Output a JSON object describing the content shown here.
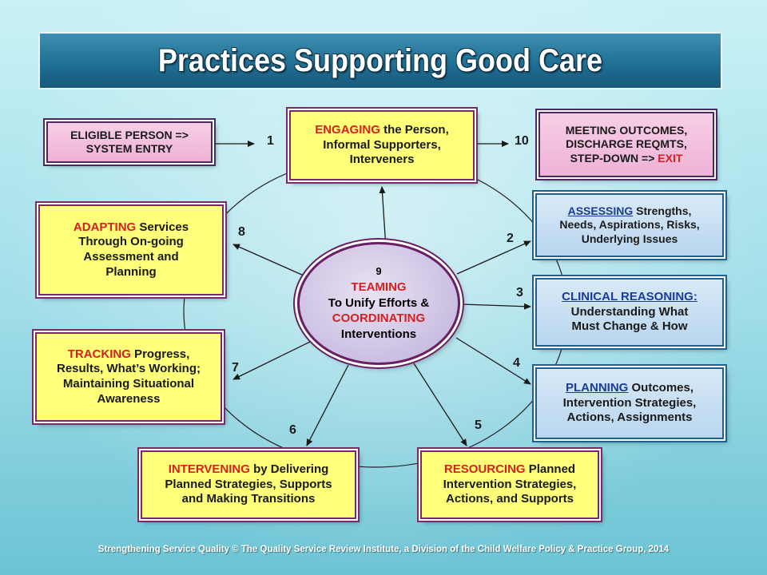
{
  "title": "Practices Supporting Good Care",
  "boxes": {
    "eligible": {
      "line1": "ELIGIBLE PERSON =>",
      "line2": "SYSTEM ENTRY"
    },
    "engaging": {
      "lead": "ENGAGING",
      "line1_rest": " the Person,",
      "line2": "Informal Supporters,",
      "line3": "Interveners"
    },
    "meeting": {
      "line1": "MEETING OUTCOMES,",
      "line2": "DISCHARGE REQMTS,",
      "line3_pre": "STEP-DOWN => ",
      "line3_em": "EXIT"
    },
    "adapting": {
      "lead": "ADAPTING",
      "line1_rest": " Services",
      "line2": "Through On-going",
      "line3": "Assessment and",
      "line4": "Planning"
    },
    "assessing": {
      "lead": "ASSESSING",
      "line1_rest": " Strengths,",
      "line2": "Needs, Aspirations, Risks,",
      "line3": "Underlying Issues"
    },
    "clinical": {
      "lead": "CLINICAL REASONING:",
      "line2": "Understanding What",
      "line3": "Must Change & How"
    },
    "tracking": {
      "lead": "TRACKING",
      "line1_rest": " Progress,",
      "line2": "Results, What’s Working;",
      "line3": "Maintaining Situational",
      "line4": "Awareness"
    },
    "planning": {
      "lead": "PLANNING",
      "line1_rest": " Outcomes,",
      "line2": "Intervention Strategies,",
      "line3": "Actions, Assignments"
    },
    "intervening": {
      "lead": "INTERVENING",
      "line1_rest": " by Delivering",
      "line2": "Planned Strategies, Supports",
      "line3": "and Making Transitions"
    },
    "resourcing": {
      "lead": "RESOURCING",
      "line1_rest": " Planned",
      "line2": "Intervention Strategies,",
      "line3": "Actions, and Supports"
    }
  },
  "center": {
    "number": "9",
    "line1": "TEAMING",
    "line2": "To Unify Efforts &",
    "line3": "COORDINATING",
    "line4": "Interventions"
  },
  "step_numbers": {
    "n1": "1",
    "n2": "2",
    "n3": "3",
    "n4": "4",
    "n5": "5",
    "n6": "6",
    "n7": "7",
    "n8": "8",
    "n10": "10"
  },
  "colors": {
    "emphasis_red": "#d62020",
    "emphasis_navy": "#1b3b9a",
    "yellow_box": "#ffff7a",
    "blue_box": "#b9d6ef",
    "pink_box": "#eeb2d6",
    "title_banner": "#1f6d93"
  },
  "footer": "Strengthening Service Quality  ©  The Quality Service Review Institute, a Division of the Child Welfare Policy & Practice Group, 2014"
}
